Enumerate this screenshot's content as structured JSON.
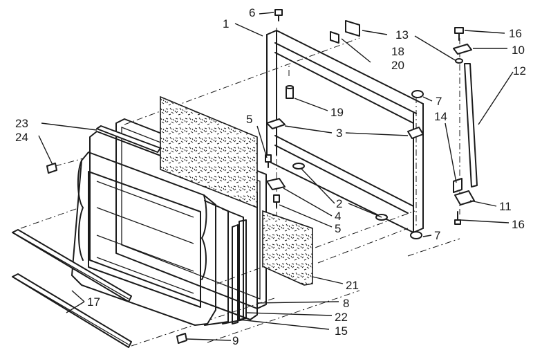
{
  "diagram": {
    "callouts": {
      "c1": "1",
      "c2": "2",
      "c3": "3",
      "c4": "4",
      "c5a": "5",
      "c5b": "5",
      "c6": "6",
      "c7a": "7",
      "c7b": "7",
      "c8": "8",
      "c9": "9",
      "c10": "10",
      "c11": "11",
      "c12": "12",
      "c13": "13",
      "c14": "14",
      "c15": "15",
      "c16a": "16",
      "c16b": "16",
      "c17": "17",
      "c18": "18",
      "c19": "19",
      "c20": "20",
      "c21": "21",
      "c22": "22",
      "c23": "23",
      "c24": "24"
    }
  }
}
